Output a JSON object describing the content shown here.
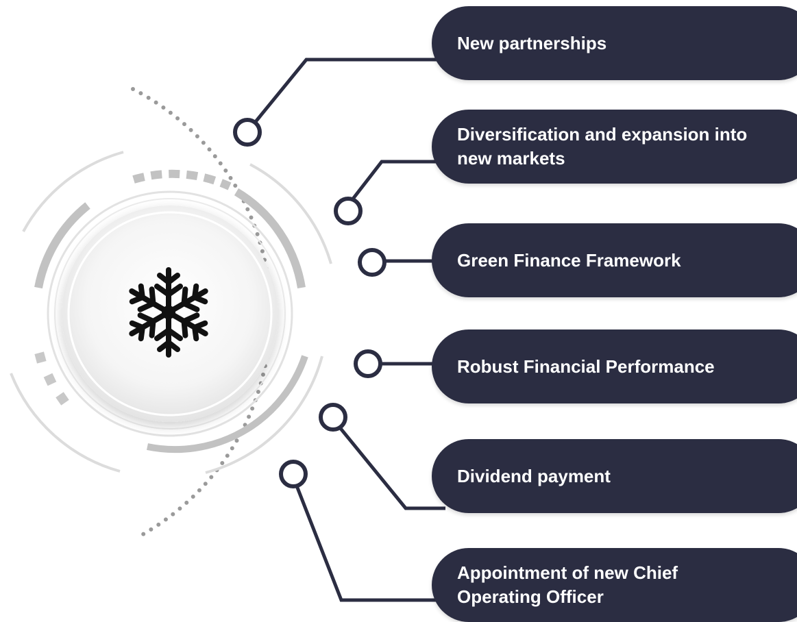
{
  "items": [
    {
      "label": "New partnerships"
    },
    {
      "label": "Diversification and expansion into new markets"
    },
    {
      "label": "Green Finance Framework"
    },
    {
      "label": "Robust Financial Performance"
    },
    {
      "label": "Dividend payment"
    },
    {
      "label": "Appointment of new Chief Operating Officer"
    }
  ],
  "center": {
    "icon": "snowflake-icon"
  },
  "colors": {
    "pill": "#2b2d42",
    "pill_text": "#ffffff",
    "connector": "#2b2d42",
    "dots": "#9a9a9a",
    "rings": "#cfcfcf",
    "rings_dark": "#b9b9b9",
    "icon": "#111111"
  }
}
